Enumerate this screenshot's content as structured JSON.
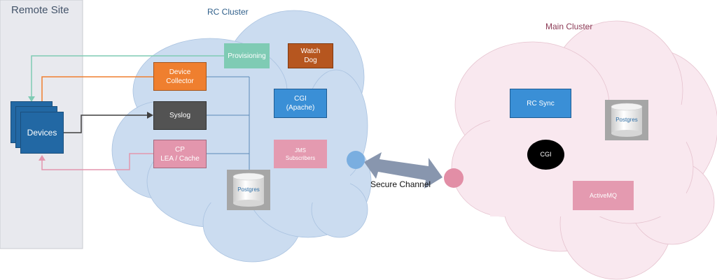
{
  "remote_site": {
    "title": "Remote Site",
    "devices_label": "Devices"
  },
  "rc_cluster": {
    "title": "RC Cluster",
    "components": {
      "provisioning": "Provisioning",
      "watchdog": "Watch\nDog",
      "device_collector": "Device\nCollector",
      "syslog": "Syslog",
      "cp": "CP\nLEA / Cache",
      "cgi_apache": "CGI\n(Apache)",
      "jms": "JMS\nSubscribers",
      "postgres": "Postgres"
    }
  },
  "main_cluster": {
    "title": "Main Cluster",
    "components": {
      "rc_sync": "RC Sync",
      "postgres": "Postgres",
      "cgi": "CGI",
      "activemq": "ActiveMQ"
    }
  },
  "link": {
    "label": "Secure Channel"
  },
  "colors": {
    "remote_site_bg": "#e8e9ee",
    "devices": "#2268a4",
    "rc_cloud": "#cbdcf0",
    "main_cloud": "#f9e8ef",
    "provisioning": "#7fcbb4",
    "watchdog": "#b6561f",
    "device_collector": "#ef7f2f",
    "syslog": "#535353",
    "cp": "#e396ad",
    "cgi_apache": "#3a8fd6",
    "jms": "#e49ab0",
    "rc_sync": "#3a8fd6",
    "activemq": "#e49ab0",
    "cgi_main": "#000000",
    "secure_arrow": "#8896ae",
    "rc_endpoint": "#7aaee0",
    "main_endpoint": "#e28ea6"
  }
}
